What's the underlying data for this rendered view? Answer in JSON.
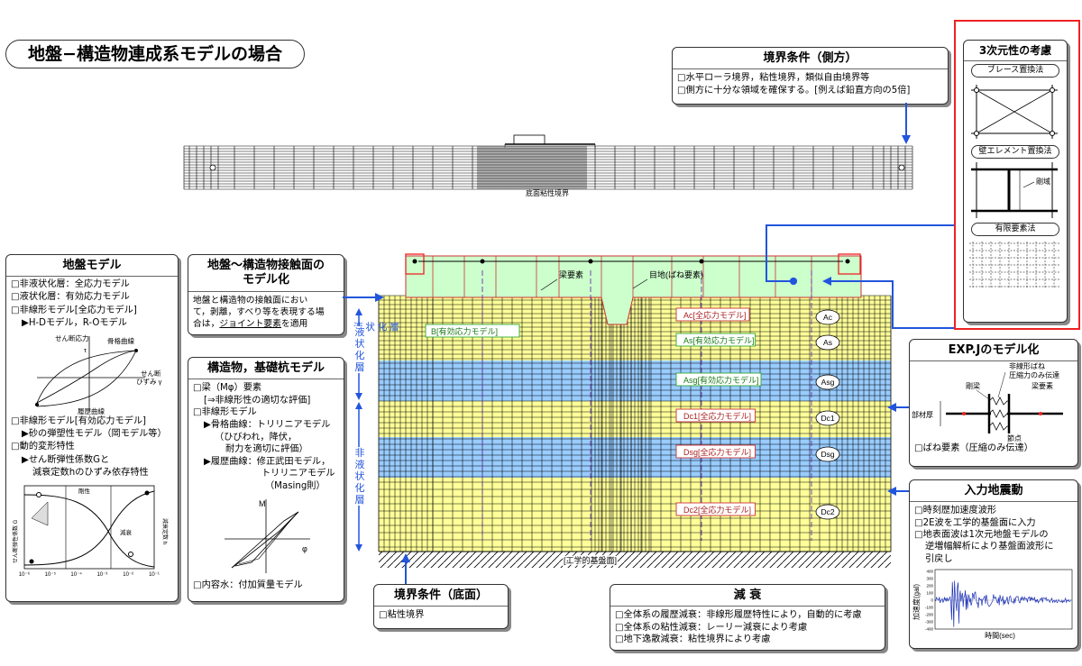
{
  "title": "地盤−構造物連成系モデルの場合",
  "top_model": {
    "bottom_label": "底面粘性境界"
  },
  "boundary_side": {
    "title": "境界条件（側方）",
    "items": [
      "□水平ローラ境界，粘性境界，類似自由境界等",
      "□側方に十分な領域を確保する。[例えば鉛直方向の5倍]"
    ]
  },
  "three_d": {
    "title": "3次元性の考慮",
    "methods": [
      "ブレース置換法",
      "壁エレメント置換法",
      "有限要素法"
    ],
    "rigid_label": "剛域"
  },
  "ground_model": {
    "title": "地盤モデル",
    "lines": [
      "□非液状化層：全応力モデル",
      "□液状化層：有効応力モデル",
      "□非線形モデル[全応力モデル]",
      "▶H-Dモデル，R-Oモデル"
    ],
    "fig_labels": {
      "y": "せん断応力",
      "x1": "せん断",
      "x2": "ひずみ γ",
      "skeleton": "骨格曲線",
      "hysteresis": "履歴曲線",
      "tau": "τ"
    },
    "lines2": [
      "□非線形モデル[有効応力モデル]",
      "▶砂の弾塑性モデル（岡モデル等）",
      "□動的変形特性",
      "▶せん断弾性係数Gと",
      "減衰定数hのひずみ依存特性"
    ],
    "graph_labels": {
      "ylabel": "せん断弾性係数 G",
      "ylabel_r": "減衰定数 h",
      "ticks": [
        "10⁻⁶",
        "10⁻⁵",
        "10⁻⁴",
        "10⁻³",
        "10⁻²",
        "10⁻¹"
      ],
      "note1": "剛性",
      "note2": "減衰"
    }
  },
  "interface": {
    "title": "地盤〜構造物接触面の\nモデル化",
    "text1": "地盤と構造物の接触面におい",
    "text2": "て，剥離，すべり等を表現する場",
    "text3": "合は，",
    "text3_ul": "ジョイント要素",
    "text3_end": "を適用"
  },
  "structure": {
    "title": "構造物，基礎杭モデル",
    "lines": [
      "□梁（Mφ）要素",
      "[⇒非線形性の適切な評価]",
      "□非線形モデル",
      "▶骨格曲線：トリリニアモデル",
      "（ひびわれ，降伏，",
      "耐力を適切に評価）",
      "▶履歴曲線：修正武田モデル，",
      "トリリニアモデル",
      "（Masing則）"
    ],
    "fig": {
      "m": "M",
      "phi": "φ"
    },
    "footer": "□内容水：付加質量モデル"
  },
  "main_model": {
    "labels": {
      "beam": "梁要素",
      "joint": "目地(ばね要素)",
      "base": "[工学的基盤面]"
    },
    "side_labels": {
      "liq": "液\n状\n化\n層",
      "nonliq": "非\n液\n状\n化\n層"
    },
    "layers": [
      {
        "name": "Ac",
        "label": "Ac[全応力モデル]",
        "kind": "red"
      },
      {
        "name": "As",
        "label": "As[有効応力モデル]",
        "kind": "green"
      },
      {
        "name": "Asg",
        "label": "Asg[有効応力モデル]",
        "kind": "green"
      },
      {
        "name": "Dc1",
        "label": "Dc1[全応力モデル]",
        "kind": "red"
      },
      {
        "name": "Dsg",
        "label": "Dsg[全応力モデル]",
        "kind": "red"
      },
      {
        "name": "Dc2",
        "label": "Dc2[全応力モデル]",
        "kind": "red"
      }
    ],
    "b_label": "B[有効応力モデル]"
  },
  "expj": {
    "title": "EXP.Jのモデル化",
    "labels": {
      "spring": "非線形ばね",
      "comp": "圧縮力のみ伝達",
      "beam": "梁要素",
      "rigid": "剛梁",
      "thick": "部材厚",
      "node": "節点"
    },
    "footer": "□ばね要素（圧縮のみ伝達）"
  },
  "input_motion": {
    "title": "入力地震動",
    "lines": [
      "□時刻歴加速度波形",
      "□2E波を工学的基盤面に入力",
      "□地表面波は1次元地盤モデルの",
      "逆増幅解析により基盤面波形に",
      "引戻し"
    ],
    "graph": {
      "ylabel": "加速度(gal)",
      "xlabel": "時間(sec)",
      "yticks": [
        "400",
        "300",
        "200",
        "100",
        "0",
        "-100",
        "-200",
        "-300",
        "-400"
      ]
    }
  },
  "boundary_bottom": {
    "title": "境界条件（底面）",
    "items": [
      "□粘性境界"
    ]
  },
  "damping": {
    "title": "減 衰",
    "items": [
      "□全体系の履歴減衰：非線形履歴特性により，自動的に考慮",
      "□全体系の粘性減衰：レーリー減衰により考慮",
      "□地下逸散減衰：粘性境界により考慮"
    ]
  },
  "colors": {
    "soil_yellow": "#ffff99",
    "soil_blue": "#99ccff",
    "structure_green": "#ccffcc",
    "arrow_blue": "#2255dd",
    "frame_red": "#ee2222"
  }
}
